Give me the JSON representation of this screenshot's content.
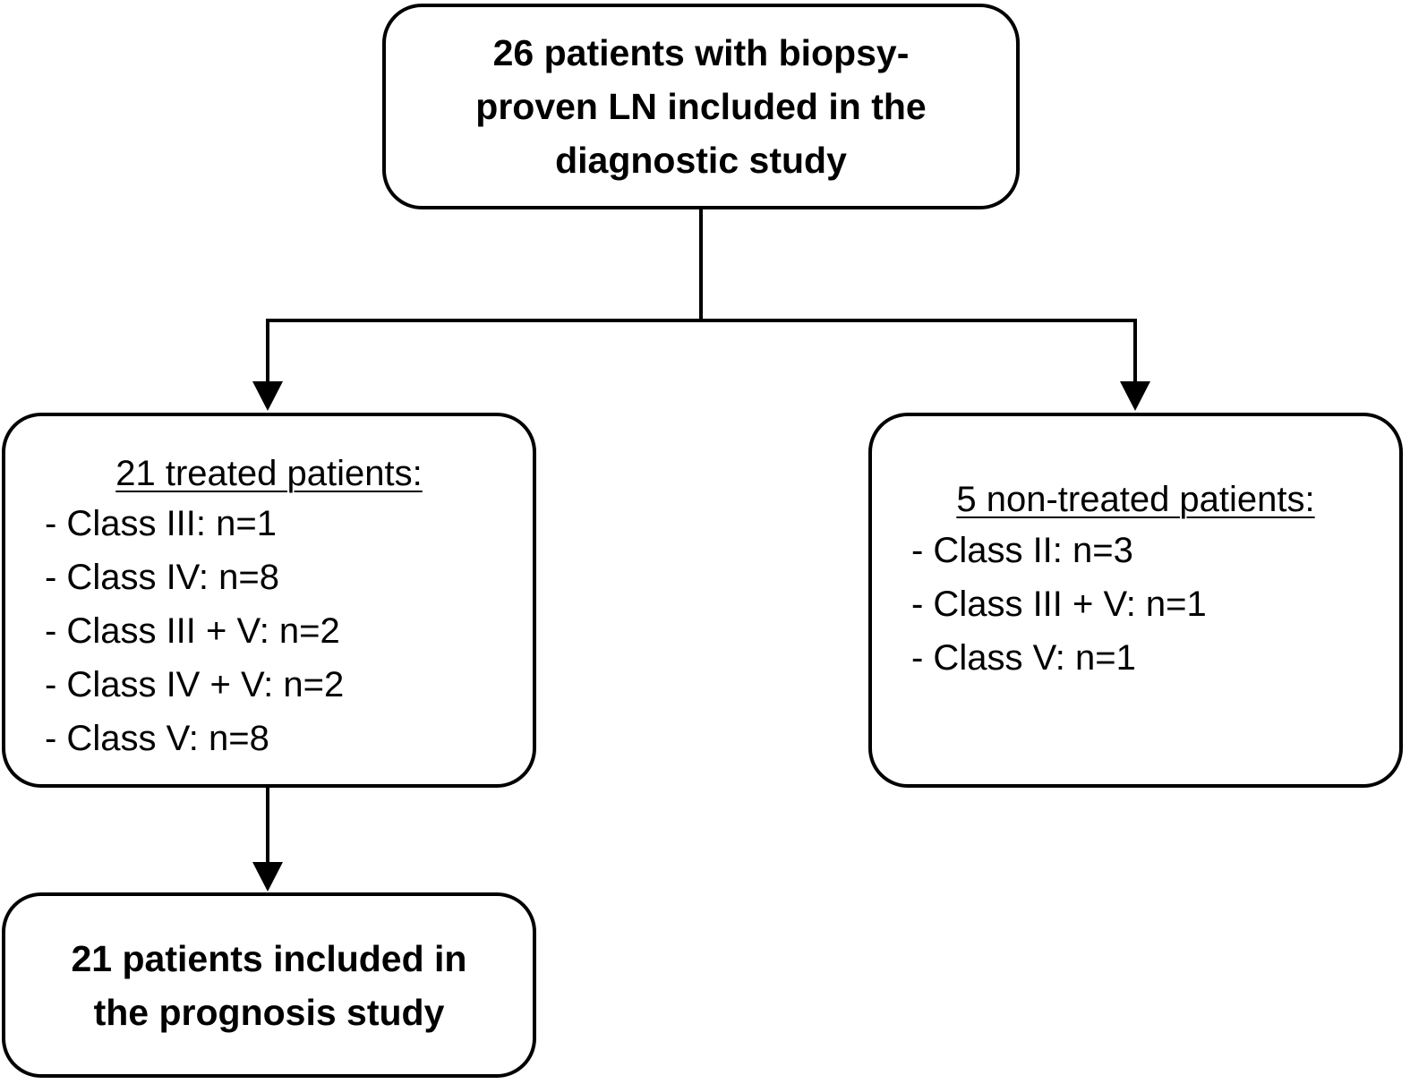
{
  "nodes": {
    "top": {
      "text": "26 patients with biopsy-proven LN included in the diagnostic study"
    },
    "treated": {
      "heading": "21 treated patients:",
      "items": [
        "- Class III: n=1",
        "- Class IV: n=8",
        "- Class III + V: n=2",
        "- Class IV + V: n=2",
        "- Class V: n=8"
      ]
    },
    "non_treated": {
      "heading": "5 non-treated patients:",
      "items": [
        "- Class II: n=3",
        "- Class III + V: n=1",
        "- Class V: n=1"
      ]
    },
    "prognosis": {
      "text": "21 patients included in the prognosis study"
    }
  },
  "edges": [
    {
      "from": "top",
      "to": "treated"
    },
    {
      "from": "top",
      "to": "non_treated"
    },
    {
      "from": "treated",
      "to": "prognosis"
    }
  ],
  "colors": {
    "line": "#000000",
    "box_border": "#000000",
    "background": "#ffffff"
  }
}
